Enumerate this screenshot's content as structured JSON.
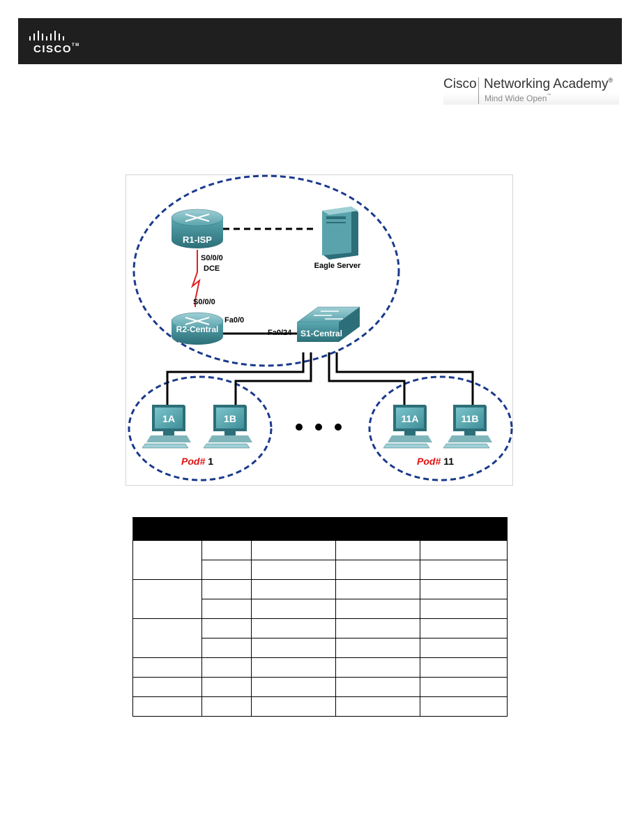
{
  "header": {
    "logo_text": "CISCO",
    "logo_tm": "TM",
    "academy_brand": "Cisco",
    "academy_name": "Networking Academy",
    "academy_reg": "®",
    "academy_tagline": "Mind Wide Open",
    "academy_tagline_tm": "™"
  },
  "topology": {
    "r1_label": "R1-ISP",
    "r1_serial": "S0/0/0",
    "r1_dce": "DCE",
    "eagle_server": "Eagle Server",
    "r2_serial": "S0/0/0",
    "r2_label": "R2-Central",
    "r2_fa": "Fa0/0",
    "s1_fa": "Fa0/24",
    "s1_label": "S1-Central",
    "pc_1a": "1A",
    "pc_1b": "1B",
    "pc_11a": "11A",
    "pc_11b": "11B",
    "pod_prefix": "Pod#",
    "pod1_num": "1",
    "pod11_num": "11",
    "colors": {
      "dashed_circle": "#1a3a8c",
      "serial_link": "#e02020",
      "pod_text": "#e01010",
      "device": "#3f8f98"
    }
  },
  "table": {
    "headers": [
      "",
      "",
      "",
      "",
      ""
    ],
    "rows": 9
  }
}
